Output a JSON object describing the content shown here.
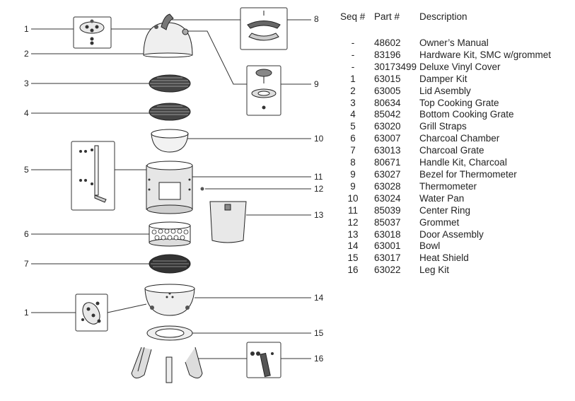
{
  "table": {
    "headers": {
      "seq": "Seq #",
      "part": "Part #",
      "desc": "Description"
    },
    "rows": [
      {
        "seq": "-",
        "part": "48602",
        "desc": "Owner’s Manual"
      },
      {
        "seq": "-",
        "part": "83196",
        "desc": "Hardware Kit, SMC w/grommet"
      },
      {
        "seq": "-",
        "part": "30173499",
        "desc": "Deluxe Vinyl Cover"
      },
      {
        "seq": "1",
        "part": "63015",
        "desc": "Damper Kit"
      },
      {
        "seq": "2",
        "part": "63005",
        "desc": "Lid Asembly"
      },
      {
        "seq": "3",
        "part": "80634",
        "desc": "Top Cooking Grate"
      },
      {
        "seq": "4",
        "part": "85042",
        "desc": " Bottom Cooking Grate"
      },
      {
        "seq": "5",
        "part": "63020",
        "desc": "Grill Straps"
      },
      {
        "seq": "6",
        "part": "63007",
        "desc": "Charcoal Chamber"
      },
      {
        "seq": "7",
        "part": "63013",
        "desc": "Charcoal Grate"
      },
      {
        "seq": "8",
        "part": "80671",
        "desc": "Handle Kit, Charcoal"
      },
      {
        "seq": "9",
        "part": "63027",
        "desc": "Bezel for Thermometer"
      },
      {
        "seq": "9",
        "part": "63028",
        "desc": "Thermometer"
      },
      {
        "seq": "10",
        "part": "63024",
        "desc": "Water Pan"
      },
      {
        "seq": "11",
        "part": "85039",
        "desc": "Center Ring"
      },
      {
        "seq": "12",
        "part": "85037",
        "desc": "Grommet"
      },
      {
        "seq": "13",
        "part": "63018",
        "desc": "Door Assembly"
      },
      {
        "seq": "14",
        "part": "63001",
        "desc": "Bowl"
      },
      {
        "seq": "15",
        "part": "63017",
        "desc": "Heat Shield"
      },
      {
        "seq": "16",
        "part": "63022",
        "desc": "Leg Kit"
      }
    ]
  },
  "diagram": {
    "callouts": {
      "damper_top": "1",
      "lid": "2",
      "top_grate": "3",
      "bottom_grate": "4",
      "straps": "5",
      "chamber": "6",
      "charcoal_grate": "7",
      "handle": "8",
      "thermometer": "9",
      "water_pan": "10",
      "center_ring": "11",
      "grommet": "12",
      "door": "13",
      "bowl": "14",
      "damper_bottom": "1",
      "heat_shield": "15",
      "legs": "16"
    }
  }
}
